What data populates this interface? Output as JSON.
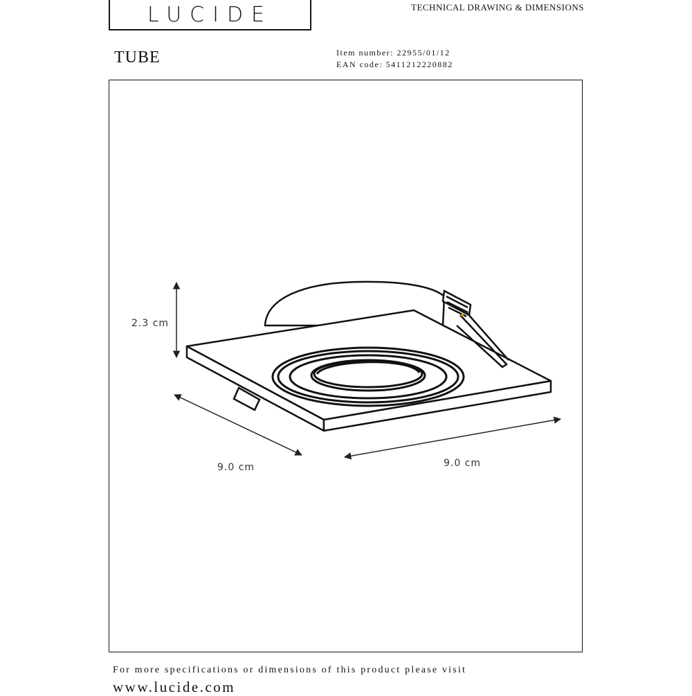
{
  "header": {
    "logo": "LUCIDE",
    "document_type": "TECHNICAL DRAWING & DIMENSIONS",
    "product_name": "TUBE",
    "item_number": "Item number: 22955/01/12",
    "ean_code": "EAN code: 5411212220882"
  },
  "drawing": {
    "dimensions": {
      "height": "2.3 cm",
      "depth": "9.0 cm",
      "width": "9.0 cm"
    }
  },
  "footer": {
    "note": "For more specifications or dimensions of this product please visit",
    "url": "www.lucide.com"
  }
}
